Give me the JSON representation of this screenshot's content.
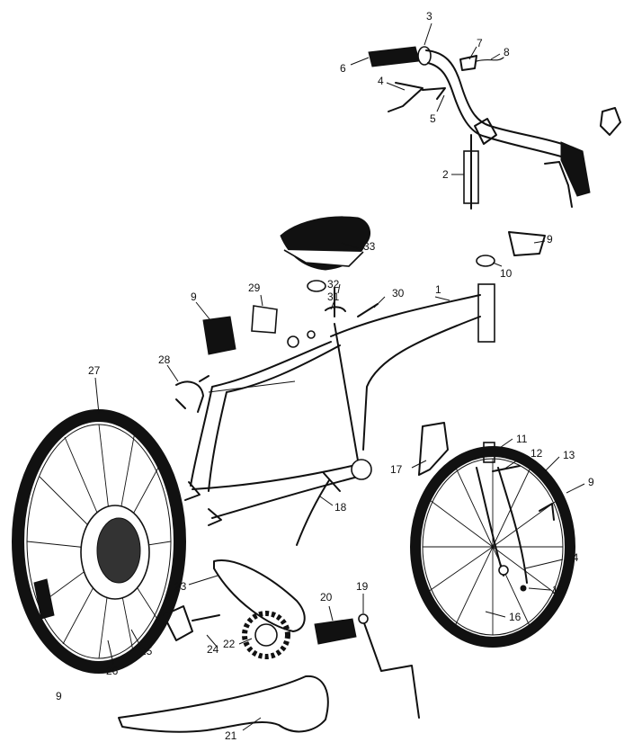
{
  "callouts": {
    "c1": "1",
    "c2": "2",
    "c3": "3",
    "c4": "4",
    "c5": "5",
    "c6": "6",
    "c7": "7",
    "c8": "8",
    "c9a": "9",
    "c9b": "9",
    "c9c": "9",
    "c9d": "9",
    "c10": "10",
    "c11": "11",
    "c12": "12",
    "c13": "13",
    "c14": "14",
    "c15": "15",
    "c16": "16",
    "c17": "17",
    "c18": "18",
    "c19": "19",
    "c20": "20",
    "c21": "21",
    "c22": "22",
    "c23": "23",
    "c24": "24",
    "c25": "25",
    "c26": "26",
    "c27": "27",
    "c28": "28",
    "c29": "29",
    "c30": "30",
    "c31": "31",
    "c32": "32",
    "c33": "33"
  }
}
